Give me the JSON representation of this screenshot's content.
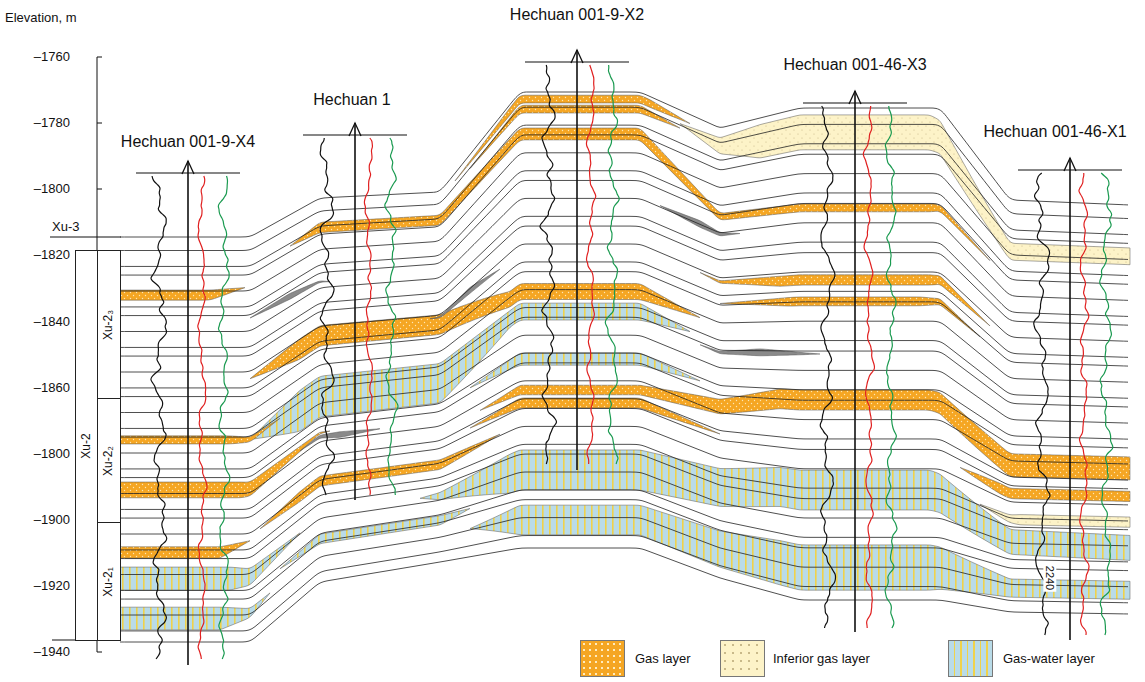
{
  "diagram": {
    "nodes": [
      {
        "text": [
          "Xu-2"
        ]
      },
      {
        "text": [
          "Xu-2₃"
        ],
        "in": 0
      },
      {
        "text": [
          "Xu-2₂"
        ],
        "in": 0
      },
      {
        "text": [
          "Xu-2₁"
        ],
        "in": 0
      }
    ],
    "labels": [
      "Elevation, m",
      "–1760",
      "–1780",
      "–1800",
      "–1820",
      "–1840",
      "–1860",
      "–1800",
      "–1900",
      "–1920",
      "–1940",
      "Xu-3",
      "Hechuan 001-9-X4",
      "Hechuan 1",
      "Hechuan 001-9-X2",
      "Hechuan 001-46-X3",
      "Hechuan 001-46-X1",
      "2240"
    ],
    "legend": [
      {
        "text": "Gas layer",
        "color": "#f5a623"
      },
      {
        "text": "Inferior gas layer",
        "color": "#fdf3c8"
      },
      {
        "text": "Gas-water layer",
        "color": "#b9dbe8"
      }
    ]
  }
}
